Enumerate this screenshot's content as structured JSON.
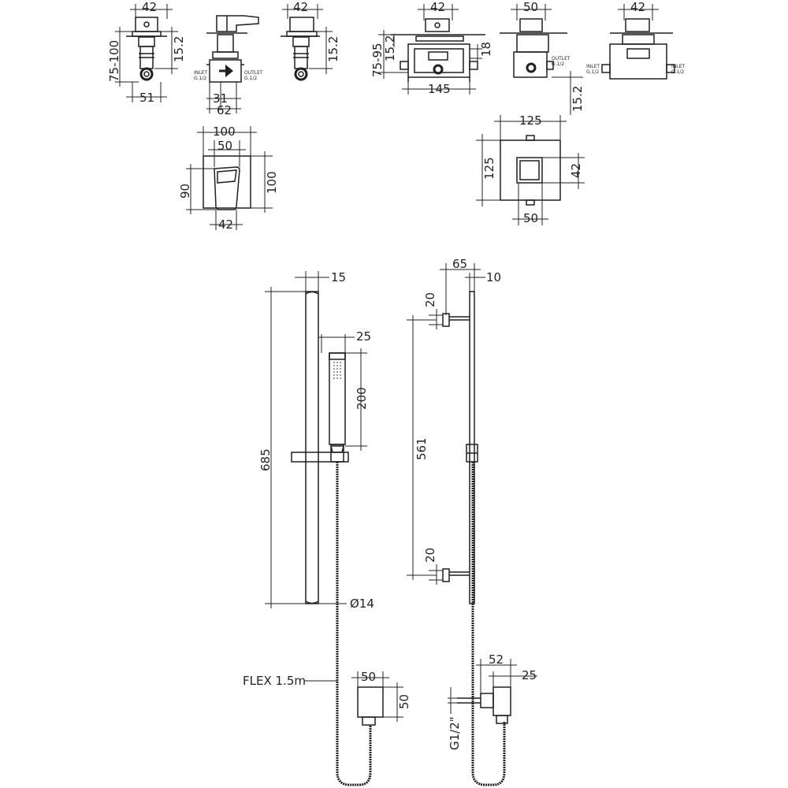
{
  "dims": {
    "v1_top": "42",
    "v1_left": "75-100",
    "v1_right": "15.2",
    "v1_bottom": "51",
    "v2_b1": "31",
    "v2_b2": "62",
    "v2_inlet": "INLET",
    "v2_inlet_size": "G.1/2",
    "v2_outlet": "OUTLET",
    "v2_outlet_size": "G.1/2",
    "v3_top": "42",
    "v3_right": "15.2",
    "b1_top": "42",
    "b1_left_a": "75-95",
    "b1_left_b": "15.2",
    "b1_right": "18",
    "b1_bottom": "145",
    "b2_top": "50",
    "b2_outlet": "OUTLET",
    "b2_outlet_size": "G.1/2",
    "b2_bottom": "15.2",
    "b3_top": "42",
    "b3_inlet_l": "INLET",
    "b3_inlet_l_size": "G.1/2",
    "b3_inlet_r": "INLET",
    "b3_inlet_r_size": "G.1/2",
    "p1_w": "100",
    "p1_inner": "50",
    "p1_h_left": "90",
    "p1_h_right": "100",
    "p1_bottom": "42",
    "p2_top": "125",
    "p2_left": "125",
    "p2_right": "42",
    "p2_bottom": "50",
    "rail_w": "15",
    "rail_len": "685",
    "hand_w": "25",
    "hand_len": "200",
    "rail_dia": "Ø14",
    "flex": "FLEX 1.5m",
    "outlet_w": "50",
    "outlet_h": "50",
    "side_depth": "65",
    "side_w": "10",
    "bracket_top": "20",
    "bracket_span": "561",
    "bracket_bot": "20",
    "elbow_depth": "52",
    "elbow_w": "25",
    "elbow_thread": "G1/2\""
  }
}
